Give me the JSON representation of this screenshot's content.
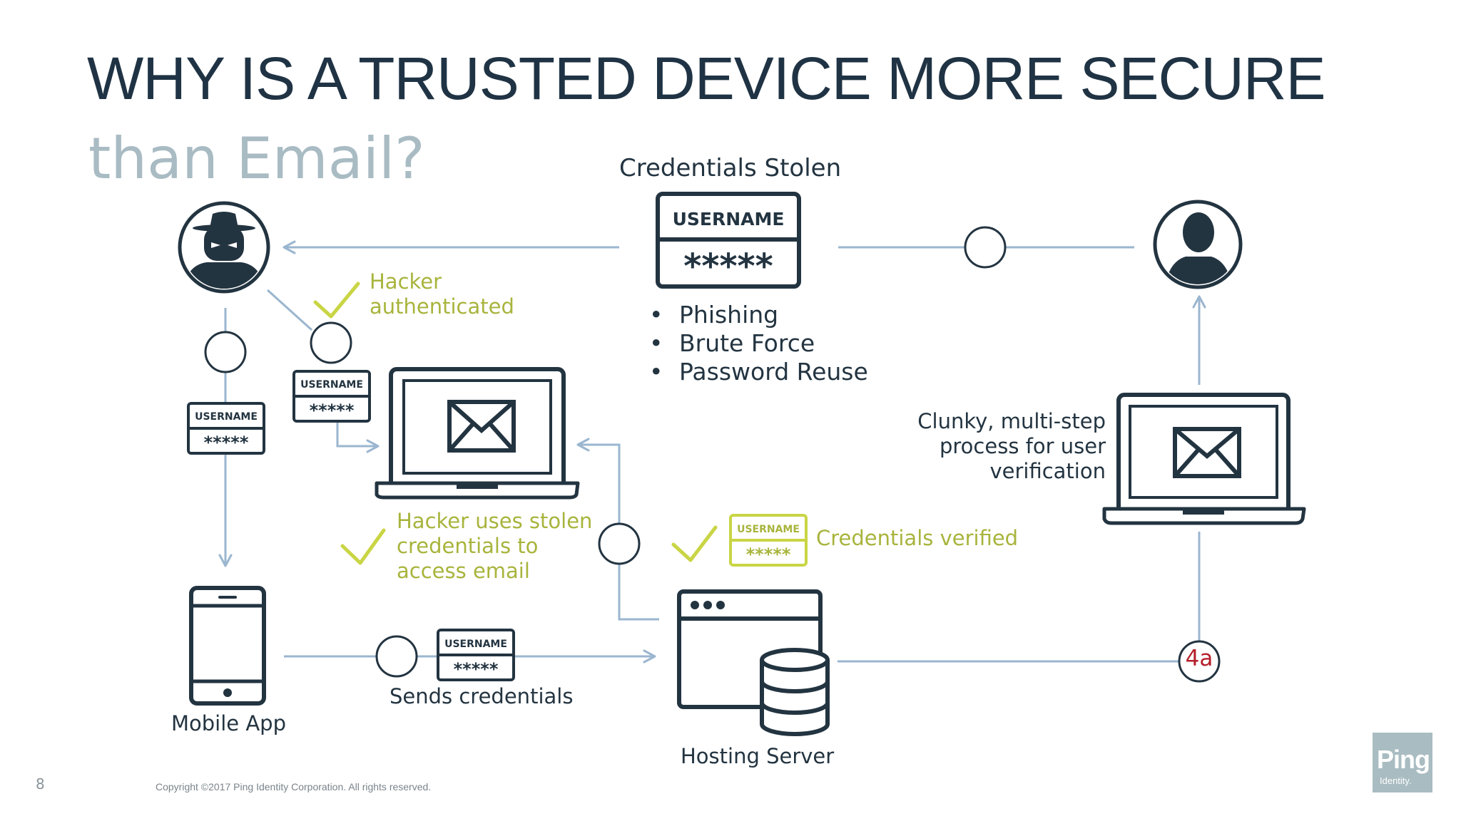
{
  "slide": {
    "title": "WHY IS A TRUSTED DEVICE MORE SECURE",
    "subtitle": "than Email?",
    "page_number": "8",
    "copyright": "Copyright ©2017 Ping Identity Corporation. All rights reserved.",
    "logo": {
      "word": "Ping",
      "sub": "Identity."
    }
  },
  "diagram": {
    "credentials_stolen": "Credentials Stolen",
    "card_username": "USERNAME",
    "card_password": "*****",
    "threats": [
      "Phishing",
      "Brute Force",
      "Password Reuse"
    ],
    "hacker_authenticated": [
      "Hacker",
      "authenticated"
    ],
    "hacker_uses_stolen": [
      "Hacker uses stolen",
      "credentials to",
      "access email"
    ],
    "credentials_verified": "Credentials verified",
    "clunky_process": [
      "Clunky, multi-step",
      "process for user",
      "verification"
    ],
    "mobile_app": "Mobile App",
    "sends_credentials": "Sends credentials",
    "hosting_server": "Hosting Server",
    "step_4a": "4a"
  },
  "colors": {
    "dark": "#233441",
    "connector": "#9bb6cf",
    "check_green": "#c9d544",
    "label_green": "#a8b43c",
    "step_red": "#b41f2a"
  },
  "icons": [
    "hacker-avatar-icon",
    "user-avatar-icon",
    "laptop-email-icon",
    "mobile-phone-icon",
    "server-browser-icon",
    "database-icon",
    "checkmark-icon",
    "credential-card-icon"
  ]
}
